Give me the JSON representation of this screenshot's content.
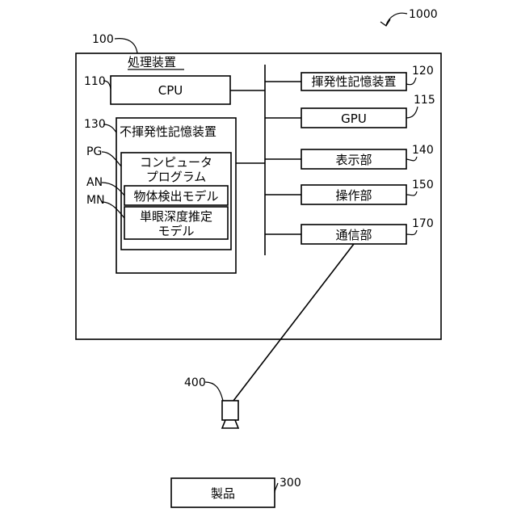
{
  "refs": {
    "system": "1000",
    "device": "100",
    "cpu": "110",
    "volatile": "120",
    "gpu": "115",
    "nonvolatile": "130",
    "display": "140",
    "operation": "150",
    "comm": "170",
    "pg": "PG",
    "an": "AN",
    "mn": "MN",
    "camera": "400",
    "product": "300"
  },
  "labels": {
    "device": "処理装置",
    "cpu": "CPU",
    "volatile": "揮発性記憶装置",
    "gpu": "GPU",
    "nonvolatile": "不揮発性記憶装置",
    "program_line1": "コンピュータ",
    "program_line2": "プログラム",
    "object_model": "物体検出モデル",
    "depth_model_line1": "単眼深度推定",
    "depth_model_line2": "モデル",
    "display": "表示部",
    "operation": "操作部",
    "comm": "通信部",
    "product": "製品"
  }
}
